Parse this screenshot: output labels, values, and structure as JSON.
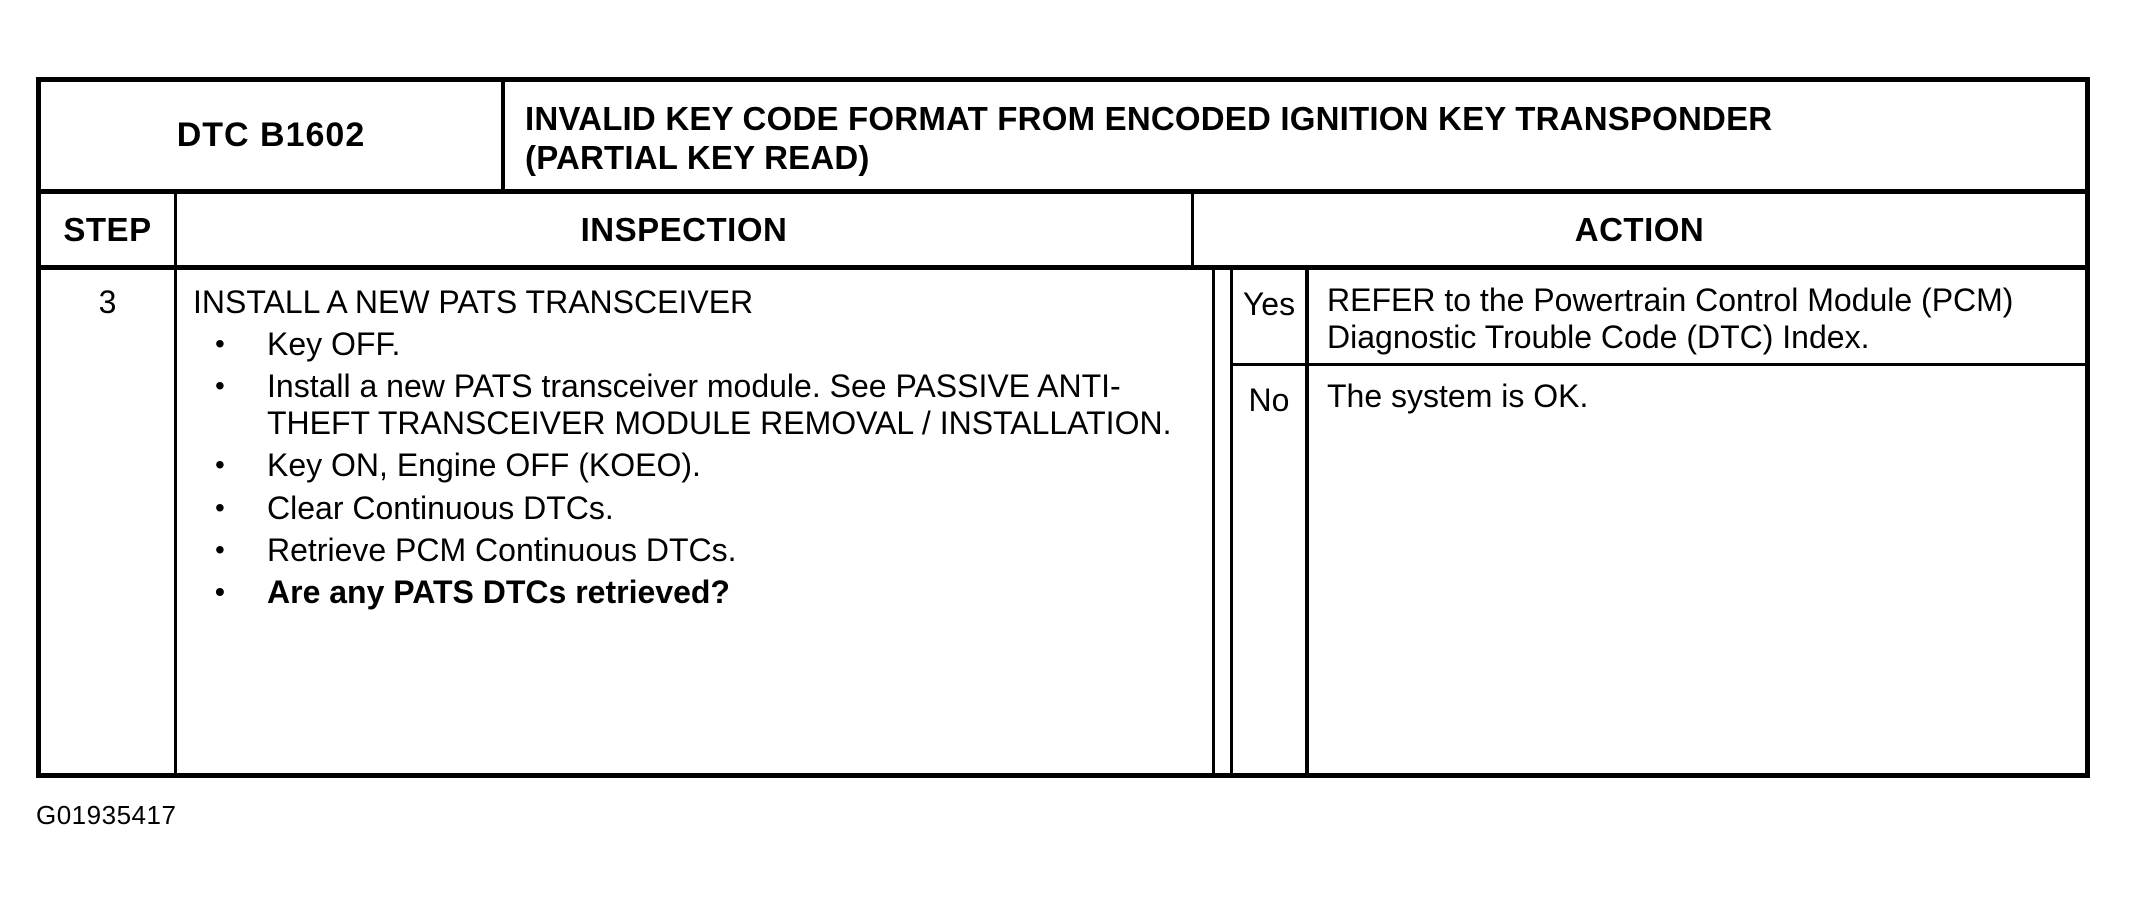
{
  "document": {
    "figure_id": "G01935417"
  },
  "table": {
    "header": {
      "dtc_label": "DTC B1602",
      "title_lines": [
        "INVALID KEY CODE FORMAT FROM ENCODED IGNITION KEY TRANSPONDER",
        "(PARTIAL KEY READ)"
      ]
    },
    "column_headers": {
      "step": "STEP",
      "inspection": "INSPECTION",
      "action": "ACTION"
    },
    "rows": [
      {
        "step": "3",
        "inspection": {
          "title": "INSTALL A NEW PATS TRANSCEIVER",
          "bullets": [
            {
              "text": "Key OFF.",
              "bold": false
            },
            {
              "text": "Install a new PATS transceiver module. See PASSIVE ANTI-THEFT TRANSCEIVER MODULE REMOVAL / INSTALLATION.",
              "bold": false
            },
            {
              "text": "Key ON, Engine OFF (KOEO).",
              "bold": false
            },
            {
              "text": "Clear Continuous DTCs.",
              "bold": false
            },
            {
              "text": "Retrieve PCM Continuous DTCs.",
              "bold": false
            },
            {
              "text": "Are any PATS DTCs retrieved?",
              "bold": true
            }
          ]
        },
        "decisions": [
          {
            "answer": "Yes",
            "action": "REFER to the Powertrain Control Module (PCM) Diagnostic Trouble Code (DTC) Index."
          },
          {
            "answer": "No",
            "action": "The system is OK."
          }
        ]
      }
    ]
  },
  "glyphs": {
    "bullet": "•"
  }
}
